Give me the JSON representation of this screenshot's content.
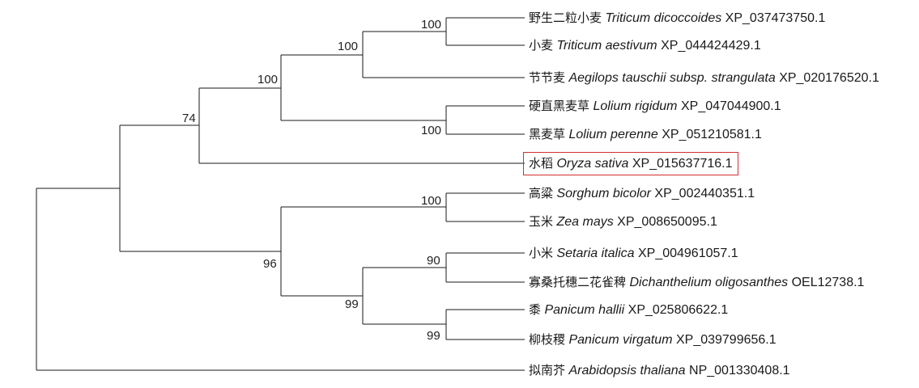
{
  "colors": {
    "branch": "#1a1a1a",
    "highlight_box": "#d32f2f"
  },
  "leaves": [
    {
      "id": "triticum_dicoccoides",
      "chinese": "野生二粒小麦",
      "species": "Triticum dicoccoides",
      "accession": "XP_037473750.1"
    },
    {
      "id": "triticum_aestivum",
      "chinese": "小麦",
      "species": "Triticum aestivum",
      "accession": "XP_044424429.1"
    },
    {
      "id": "aegilops_tauschii",
      "chinese": "节节麦",
      "species": "Aegilops tauschii subsp. strangulata",
      "accession": "XP_020176520.1"
    },
    {
      "id": "lolium_rigidum",
      "chinese": "硬直黑麦草",
      "species": "Lolium rigidum",
      "accession": "XP_047044900.1"
    },
    {
      "id": "lolium_perenne",
      "chinese": "黑麦草",
      "species": "Lolium perenne",
      "accession": "XP_051210581.1"
    },
    {
      "id": "oryza_sativa",
      "chinese": "水稻",
      "species": "Oryza sativa",
      "accession": "XP_015637716.1",
      "highlighted": true
    },
    {
      "id": "sorghum_bicolor",
      "chinese": "高粱",
      "species": "Sorghum bicolor",
      "accession": "XP_002440351.1"
    },
    {
      "id": "zea_mays",
      "chinese": "玉米",
      "species": "Zea mays",
      "accession": "XP_008650095.1"
    },
    {
      "id": "setaria_italica",
      "chinese": "小米",
      "species": "Setaria italica",
      "accession": "XP_004961057.1"
    },
    {
      "id": "dichanthelium",
      "chinese": "寡桑托穗二花雀稗",
      "species": "Dichanthelium oligosanthes",
      "accession": "OEL12738.1"
    },
    {
      "id": "panicum_hallii",
      "chinese": "黍",
      "species": "Panicum hallii",
      "accession": "XP_025806622.1"
    },
    {
      "id": "panicum_virgatum",
      "chinese": "柳枝稷",
      "species": "Panicum virgatum",
      "accession": "XP_039799656.1"
    },
    {
      "id": "arabidopsis",
      "chinese": "拟南芥",
      "species": "Arabidopsis thaliana",
      "accession": "NP_001330408.1"
    }
  ],
  "support_values": {
    "triticum_pair": "100",
    "triticum_aegilops": "100",
    "lolium_pair": "100",
    "triticeae_lolium": "100",
    "bep_clade": "74",
    "sorghum_zea": "100",
    "setaria_dichanthelium": "90",
    "panicum_pair": "99",
    "paniceae": "99",
    "panicoideae": "96"
  }
}
